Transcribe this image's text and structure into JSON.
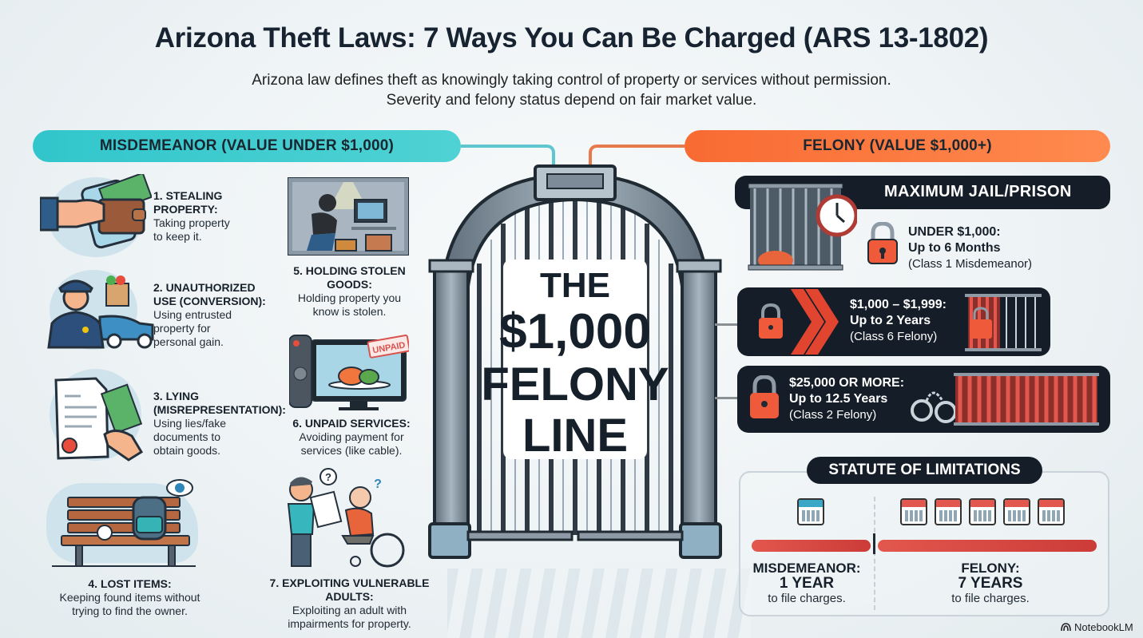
{
  "header": {
    "title": "Arizona Theft Laws: 7 Ways You Can Be Charged (ARS 13-1802)",
    "subtitle_line1": "Arizona law defines theft as knowingly taking control of property or services without permission.",
    "subtitle_line2": "Severity and felony status depend on fair market value."
  },
  "sections": {
    "misdemeanor_label": "MISDEMEANOR (VALUE UNDER $1,000)",
    "felony_label": "FELONY (VALUE $1,000+)"
  },
  "colors": {
    "misdemeanor_accent": "#31c6cc",
    "felony_accent": "#f86b33",
    "dark_card": "#151e28",
    "danger_red": "#e2574e"
  },
  "ways": [
    {
      "number": "1",
      "title_line1": "1. STEALING",
      "title_line2": "PROPERTY:",
      "desc_line1": "Taking property",
      "desc_line2": "to keep it.",
      "icon": "wallet-hand-icon"
    },
    {
      "number": "2",
      "title_line1": "2. UNAUTHORIZED",
      "title_line2": "USE (CONVERSION):",
      "desc_line1": "Using entrusted",
      "desc_line2": "property for",
      "desc_line3": "personal gain.",
      "icon": "officer-car-icon"
    },
    {
      "number": "3",
      "title_line1": "3. LYING",
      "title_line2": "(MISREPRESENTATION):",
      "desc_line1": "Using lies/fake",
      "desc_line2": "documents to",
      "desc_line3": "obtain goods.",
      "icon": "document-money-icon"
    },
    {
      "number": "4",
      "title_line1": "4. LOST ITEMS:",
      "desc_line1": "Keeping found items without",
      "desc_line2": "trying to find the owner.",
      "icon": "bench-backpack-icon"
    },
    {
      "number": "5",
      "title_line1": "5. HOLDING STOLEN",
      "title_line2": "GOODS:",
      "desc_line1": "Holding property you",
      "desc_line2": "know is stolen.",
      "icon": "burglar-storage-icon"
    },
    {
      "number": "6",
      "title_line1": "6. UNPAID SERVICES:",
      "desc_line1": "Avoiding payment for",
      "desc_line2": "services (like cable).",
      "icon": "tv-remote-unpaid-icon",
      "stamp": "UNPAID"
    },
    {
      "number": "7",
      "title_line1": "7. EXPLOITING VULNERABLE ADULTS:",
      "desc_line1": "Exploiting an adult with",
      "desc_line2": "impairments for property.",
      "icon": "wheelchair-adult-icon"
    }
  ],
  "gate": {
    "line1": "THE",
    "line2": "$1,000",
    "line3": "FELONY",
    "line4": "LINE"
  },
  "penalties": {
    "heading": "MAXIMUM JAIL/PRISON",
    "tiers": [
      {
        "range": "UNDER $1,000:",
        "max": "Up to 6 Months",
        "class": "(Class 1 Misdemeanor)"
      },
      {
        "range": "$1,000 – $1,999:",
        "max": "Up to 2 Years",
        "class": "(Class 6 Felony)"
      },
      {
        "range": "$25,000 OR MORE:",
        "max": "Up to 12.5 Years",
        "class": "(Class 2 Felony)"
      }
    ]
  },
  "statute": {
    "heading": "STATUTE OF LIMITATIONS",
    "misdemeanor": {
      "label": "MISDEMEANOR:",
      "period": "1 YEAR",
      "note": "to file charges."
    },
    "felony": {
      "label": "FELONY:",
      "period": "7 YEARS",
      "note": "to file charges."
    }
  },
  "footer": {
    "brand": "NotebookLM"
  }
}
